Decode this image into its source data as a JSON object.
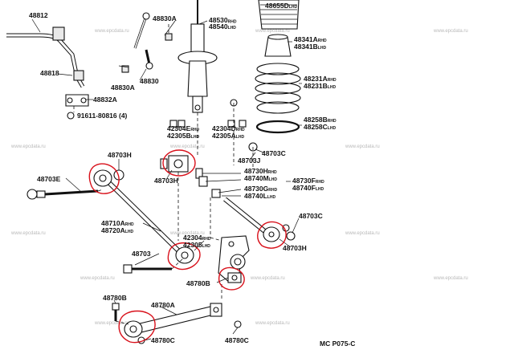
{
  "labels": [
    {
      "id": "l48812",
      "text": "48812",
      "sub": ""
    },
    {
      "id": "l48830a_t",
      "text": "48830A",
      "sub": ""
    },
    {
      "id": "l48530",
      "text": "48530",
      "sub": "RHD"
    },
    {
      "id": "l48540",
      "text": "48540",
      "sub": "LHD"
    },
    {
      "id": "l48655d",
      "text": "48655D",
      "sub": "LHD"
    },
    {
      "id": "l48818",
      "text": "48818",
      "sub": ""
    },
    {
      "id": "l48830a_m",
      "text": "48830A",
      "sub": ""
    },
    {
      "id": "l48830",
      "text": "48830",
      "sub": ""
    },
    {
      "id": "l48832a",
      "text": "48832A",
      "sub": ""
    },
    {
      "id": "l91611",
      "text": "91611-80816 (4)",
      "sub": ""
    },
    {
      "id": "l48341a",
      "text": "48341A",
      "sub": "RHD"
    },
    {
      "id": "l48341b",
      "text": "48341B",
      "sub": "LHD"
    },
    {
      "id": "l48231a",
      "text": "48231A",
      "sub": "RHD"
    },
    {
      "id": "l48231b",
      "text": "48231B",
      "sub": "LHD"
    },
    {
      "id": "l48258b",
      "text": "48258B",
      "sub": "RHD"
    },
    {
      "id": "l48258c",
      "text": "48258C",
      "sub": "LHD"
    },
    {
      "id": "l42304e",
      "text": "42304E",
      "sub": "RHD"
    },
    {
      "id": "l42305b",
      "text": "42305B",
      "sub": "LHD"
    },
    {
      "id": "l42304d",
      "text": "42304D",
      "sub": "RHD"
    },
    {
      "id": "l42305a",
      "text": "42305A",
      "sub": "LHD"
    },
    {
      "id": "l48703c_t",
      "text": "48703C",
      "sub": ""
    },
    {
      "id": "l48703h_tl",
      "text": "48703H",
      "sub": ""
    },
    {
      "id": "l48703j",
      "text": "48703J",
      "sub": ""
    },
    {
      "id": "l48703e",
      "text": "48703E",
      "sub": ""
    },
    {
      "id": "l48703h_m",
      "text": "48703H",
      "sub": ""
    },
    {
      "id": "l48730h",
      "text": "48730H",
      "sub": "RHD"
    },
    {
      "id": "l48740m",
      "text": "48740M",
      "sub": "LHD"
    },
    {
      "id": "l48730f",
      "text": "48730F",
      "sub": "RHD"
    },
    {
      "id": "l48740f",
      "text": "48740F",
      "sub": "LHD"
    },
    {
      "id": "l48730g",
      "text": "48730G",
      "sub": "RHD"
    },
    {
      "id": "l48740l",
      "text": "48740L",
      "sub": "LHD"
    },
    {
      "id": "l48703c_r",
      "text": "48703C",
      "sub": ""
    },
    {
      "id": "l48710a",
      "text": "48710A",
      "sub": "RHD"
    },
    {
      "id": "l48720a",
      "text": "48720A",
      "sub": "LHD"
    },
    {
      "id": "l42304",
      "text": "42304",
      "sub": "RHD"
    },
    {
      "id": "l42305",
      "text": "42305",
      "sub": "LHD"
    },
    {
      "id": "l48703h_r",
      "text": "48703H",
      "sub": ""
    },
    {
      "id": "l48703",
      "text": "48703",
      "sub": ""
    },
    {
      "id": "l48780b_c",
      "text": "48780B",
      "sub": ""
    },
    {
      "id": "l48780b_l",
      "text": "48780B",
      "sub": ""
    },
    {
      "id": "l48780a",
      "text": "48780A",
      "sub": ""
    },
    {
      "id": "l48780c_l",
      "text": "48780C",
      "sub": ""
    },
    {
      "id": "l48780c_r",
      "text": "48780C",
      "sub": ""
    },
    {
      "id": "lmc",
      "text": "MC P075-C",
      "sub": ""
    }
  ],
  "watermark": "www.epcdata.ru",
  "colors": {
    "ink": "#111111",
    "highlight": "#d8101a",
    "watermark": "#b9b9b9"
  }
}
